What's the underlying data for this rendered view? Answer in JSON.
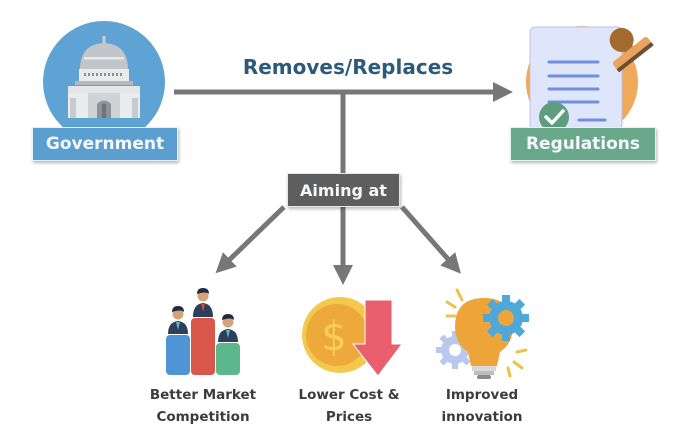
{
  "diagram": {
    "title": "Removes/Replaces",
    "colors": {
      "government": "#5b9fd0",
      "regulations": "#6aa88c",
      "aiming": "#5e5e5e",
      "arrows": "#777777",
      "title_text": "#2c5a78"
    },
    "nodes": {
      "government": {
        "label": "Government",
        "icon": "capitol-building-icon"
      },
      "regulations": {
        "label": "Regulations",
        "icon": "stamped-document-icon"
      },
      "aiming": {
        "label": "Aiming at"
      }
    },
    "outcomes": [
      {
        "line1": "Better Market",
        "line2": "Competition",
        "icon": "podium-businessmen-icon"
      },
      {
        "line1": "Lower Cost &",
        "line2": "Prices",
        "icon": "coin-down-arrow-icon"
      },
      {
        "line1": "Improved",
        "line2": "innovation",
        "icon": "lightbulb-gears-icon"
      }
    ],
    "edges": [
      {
        "from": "government",
        "to": "regulations",
        "label": "Removes/Replaces"
      },
      {
        "from": "removes-line",
        "to": "aiming"
      },
      {
        "from": "aiming",
        "to": "outcome-1"
      },
      {
        "from": "aiming",
        "to": "outcome-2"
      },
      {
        "from": "aiming",
        "to": "outcome-3"
      }
    ]
  }
}
